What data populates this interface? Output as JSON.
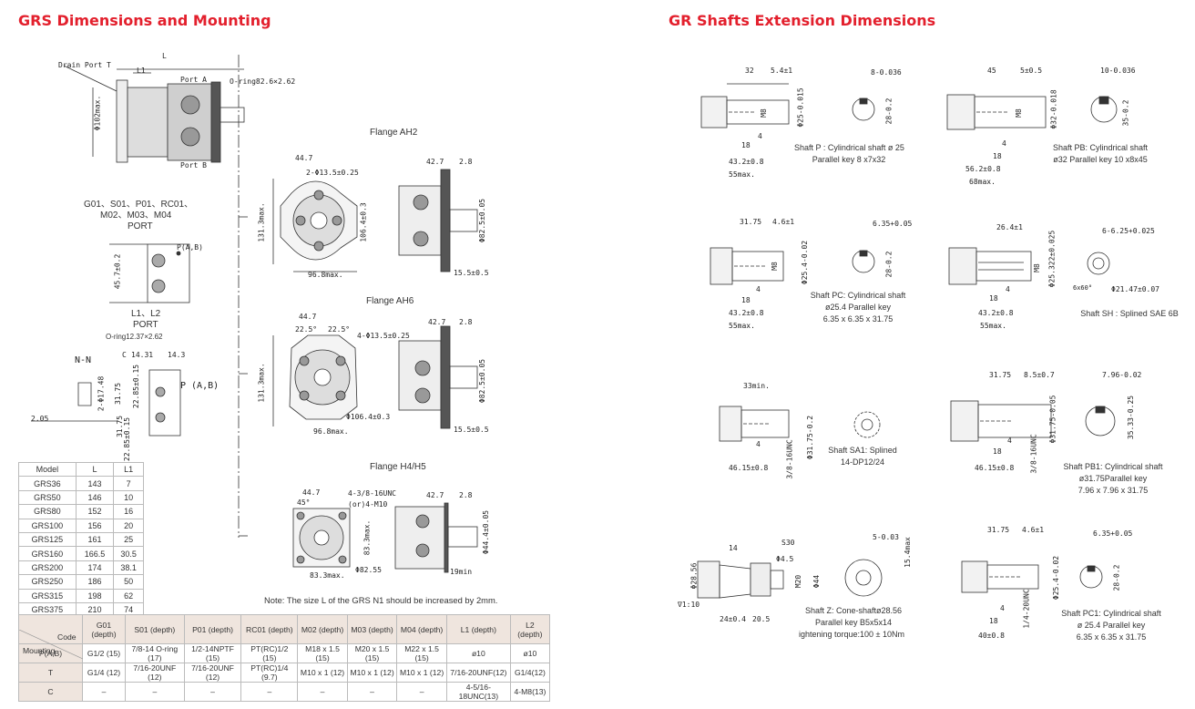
{
  "titles": {
    "left": "GRS Dimensions and Mounting",
    "right": "GR Shafts Extension Dimensions"
  },
  "mount": {
    "drain_port": "Drain Port T",
    "dim_l": "L",
    "dim_l1": "L1",
    "dim_dia": "Φ102max.",
    "port_a": "Port A",
    "port_b": "Port B",
    "oring_main": "O-ring82.6×2.62",
    "port_groups_1": "G01、S01、P01、RC01、",
    "port_groups_2": "M02、M03、M04",
    "port_label_1": "PORT",
    "pa_label": "P(A,B)",
    "dim_45_7": "45.7±0.2",
    "l1l2": "L1、L2",
    "port_label_2": "PORT",
    "oring_small": "O-ring12.37×2.62",
    "nn": "N-N",
    "c_label": "C",
    "d_14_31": "14.31",
    "d_14_3": "14.3",
    "p_ab": "P (A,B)",
    "d_2_05": "2.05",
    "d_2_17": "2-Φ17.48",
    "d_31_75a": "31.75",
    "d_22_85a": "22.85±0.15",
    "d_31_75b": "31.75",
    "d_22_85b": "22.85±0.15",
    "note": "Note: The size L of the GRS N1 should be increased by 2mm."
  },
  "flanges": {
    "ah2": {
      "name": "Flange AH2",
      "d44": "44.7",
      "holes": "2-Φ13.5±0.25",
      "d131": "131.3max.",
      "d106": "106.4±0.3",
      "d96": "96.8max.",
      "d42": "42.7",
      "d28": "2.8",
      "d82": "Φ82.5±0.05",
      "d15": "15.5±0.5"
    },
    "ah6": {
      "name": "Flange AH6",
      "d44": "44.7",
      "a1": "22.5°",
      "a2": "22.5°",
      "holes": "4-Φ13.5±0.25",
      "d131": "131.3max.",
      "d106": "Φ106.4±0.3",
      "d96": "96.8max.",
      "d42": "42.7",
      "d28": "2.8",
      "d82": "Φ82.5±0.05",
      "d15": "15.5±0.5"
    },
    "h4h5": {
      "name": "Flange  H4/H5",
      "d44": "44.7",
      "a": "45°",
      "th1": "4-3/8-16UNC",
      "th2": "(or)4-M10",
      "d83a": "83.3max.",
      "d83b": "83.3max.",
      "d82": "Φ82.55",
      "d42": "42.7",
      "d28": "2.8",
      "d44b": "Φ44.4±0.05",
      "d19": "19min"
    }
  },
  "model_table": {
    "headers": [
      "Model",
      "L",
      "L1"
    ],
    "rows": [
      [
        "GRS36",
        "143",
        "7"
      ],
      [
        "GRS50",
        "146",
        "10"
      ],
      [
        "GRS80",
        "152",
        "16"
      ],
      [
        "GRS100",
        "156",
        "20"
      ],
      [
        "GRS125",
        "161",
        "25"
      ],
      [
        "GRS160",
        "166.5",
        "30.5"
      ],
      [
        "GRS200",
        "174",
        "38.1"
      ],
      [
        "GRS250",
        "186",
        "50"
      ],
      [
        "GRS315",
        "198",
        "62"
      ],
      [
        "GRS375",
        "210",
        "74"
      ]
    ]
  },
  "port_table": {
    "corner_top": "Code",
    "corner_bottom": "Mounting",
    "headers": [
      "G01 (depth)",
      "S01 (depth)",
      "P01 (depth)",
      "RC01 (depth)",
      "M02 (depth)",
      "M03 (depth)",
      "M04 (depth)",
      "L1 (depth)",
      "L2 (depth)"
    ],
    "rows": [
      [
        "P(A,B)",
        "G1/2  (15)",
        "7/8-14  O-ring (17)",
        "1/2-14NPTF (15)",
        "PT(RC)1/2 (15)",
        "M18 x 1.5 (15)",
        "M20 x 1.5 (15)",
        "M22 x 1.5 (15)",
        "ø10",
        "ø10"
      ],
      [
        "T",
        "G1/4  (12)",
        "7/16-20UNF  (12)",
        "7/16-20UNF  (12)",
        "PT(RC)1/4  (9.7)",
        "M10 x 1    (12)",
        "M10 x 1    (12)",
        "M10 x 1    (12)",
        "7/16-20UNF(12)",
        "G1/4(12)"
      ],
      [
        "C",
        "–",
        "–",
        "–",
        "–",
        "–",
        "–",
        "–",
        "4-5/16-18UNC(13)",
        "4-M8(13)"
      ]
    ]
  },
  "shafts": {
    "p": {
      "d1": "32",
      "d2": "5.4±1",
      "d3": "18",
      "d4": "43.2±0.8",
      "d5": "55max.",
      "d6": "4",
      "d7": "Φ25-0.015",
      "d8": "M8",
      "d9": "8-0.036",
      "d10": "28-0.2",
      "cap1": "Shaft P : Cylindrical shaft ø 25",
      "cap2": "Parallel key 8 x7x32"
    },
    "pb": {
      "d1": "45",
      "d2": "5±0.5",
      "d3": "18",
      "d4": "56.2±0.8",
      "d5": "68max.",
      "d6": "4",
      "d7": "Φ32-0.018",
      "d8": "M8",
      "d9": "10-0.036",
      "d10": "35-0.2",
      "cap1": "Shaft PB: Cylindrical shaft",
      "cap2": "ø32 Parallel key 10 x8x45"
    },
    "pc": {
      "d1": "31.75",
      "d2": "4.6±1",
      "d3": "18",
      "d4": "43.2±0.8",
      "d5": "55max.",
      "d6": "4",
      "d7": "Φ25.4-0.02",
      "d8": "M8",
      "d9": "6.35+0.05",
      "d10": "28-0.2",
      "cap1": "Shaft PC: Cylindrical shaft",
      "cap2": "ø25.4 Parallel key",
      "cap3": "6.35 x 6.35 x 31.75"
    },
    "sh": {
      "d1": "26.4±1",
      "d2": "6-6.25+0.025",
      "d3": "18",
      "d4": "43.2±0.8",
      "d5": "55max.",
      "d6": "4",
      "d7": "Φ25.322±0.025",
      "d8": "M8",
      "d9": "6x60°",
      "d10": "Φ21.47±0.07",
      "cap1": "Shaft SH : Splined SAE 6B"
    },
    "sa1": {
      "d1": "33min.",
      "d2": "4",
      "d3": "46.15±0.8",
      "d4": "3/8-16UNC",
      "d5": "Φ31.75-0.2",
      "cap1": "Shaft  SA1: Splined",
      "cap2": "14-DP12/24"
    },
    "pb1": {
      "d1": "31.75",
      "d2": "8.5±0.7",
      "d3": "18",
      "d4": "46.15±0.8",
      "d5": "3/8-16UNC",
      "d6": "4",
      "d7": "Φ31.75-0.05",
      "d8": "7.96-0.02",
      "d9": "35.33-0.25",
      "cap1": "Shaft PB1: Cylindrical shaft",
      "cap2": "ø31.75Parallel key",
      "cap3": "7.96 x 7.96 x 31.75"
    },
    "z": {
      "d1": "14",
      "d2": "S30",
      "d3": "Φ4.5",
      "d4": "Φ28.56",
      "d5": "∇1:10",
      "d6": "24±0.4",
      "d7": "20.5",
      "d8": "M20",
      "d9": "Φ44",
      "d10": "5-0.03",
      "d11": "15.4max",
      "cap1": "Shaft Z: Cone-shaftø28.56",
      "cap2": "Parallel key B5x5x14",
      "cap3": "ightening torque:100 ± 10Nm"
    },
    "pc1": {
      "d1": "31.75",
      "d2": "4.6±1",
      "d3": "18",
      "d4": "40±0.8",
      "d5": "1/4-20UNC",
      "d6": "4",
      "d7": "Φ25.4-0.02",
      "d8": "6.35+0.05",
      "d9": "28-0.2",
      "cap1": "Shaft PC1: Cylindrical shaft",
      "cap2": "ø 25.4 Parallel key",
      "cap3": "6.35 x 6.35 x 31.75"
    }
  }
}
